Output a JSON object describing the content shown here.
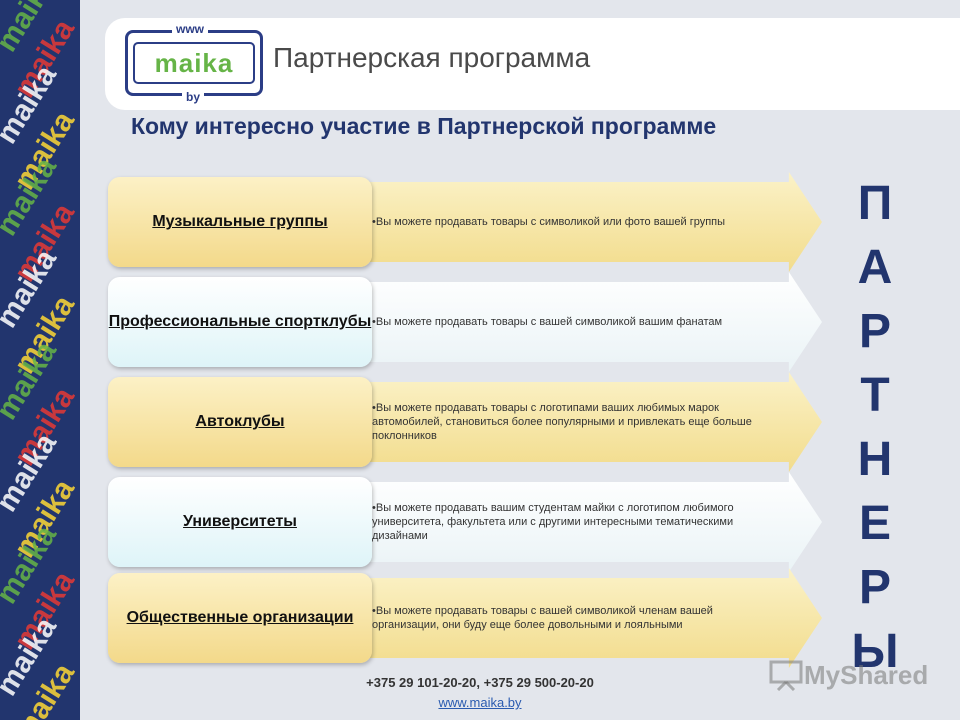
{
  "header": {
    "title": "Партнерская программа"
  },
  "logo": {
    "www": "www",
    "word": "maika",
    "by": "by"
  },
  "subtitle": "Кому интересно участие в Партнерской программе",
  "rows": [
    {
      "label": "Музыкальные группы",
      "desc": "•Вы можете продавать товары с символикой или фото вашей группы"
    },
    {
      "label": "Профессиональные спортклубы",
      "desc": "•Вы можете продавать товары с вашей символикой вашим фанатам"
    },
    {
      "label": "Автоклубы",
      "desc": "•Вы можете продавать товары с логотипами ваших любимых марок автомобилей, становиться более популярными и привлекать еще больше поклонников"
    },
    {
      "label": "Университеты",
      "desc": "•Вы можете продавать вашим студентам майки с логотипом любимого университета, факультета или с другими интересными тематическими дизайнами"
    },
    {
      "label": "Общественные организации",
      "desc": "•Вы можете продавать товары с вашей символикой членам вашей организации, они буду еще более довольными и лояльными"
    }
  ],
  "vertical_letters": [
    "П",
    "А",
    "Р",
    "Т",
    "Н",
    "Е",
    "Р",
    "Ы"
  ],
  "footer": {
    "phones": "+375 29 101-20-20, +375 29 500-20-20",
    "site": "www.maika.by"
  },
  "watermark": "MyShared",
  "colors": {
    "navy": "#22356e",
    "green": "#66b447",
    "yellow_box": "#f3d98a",
    "cyan_box": "#def4f8"
  }
}
